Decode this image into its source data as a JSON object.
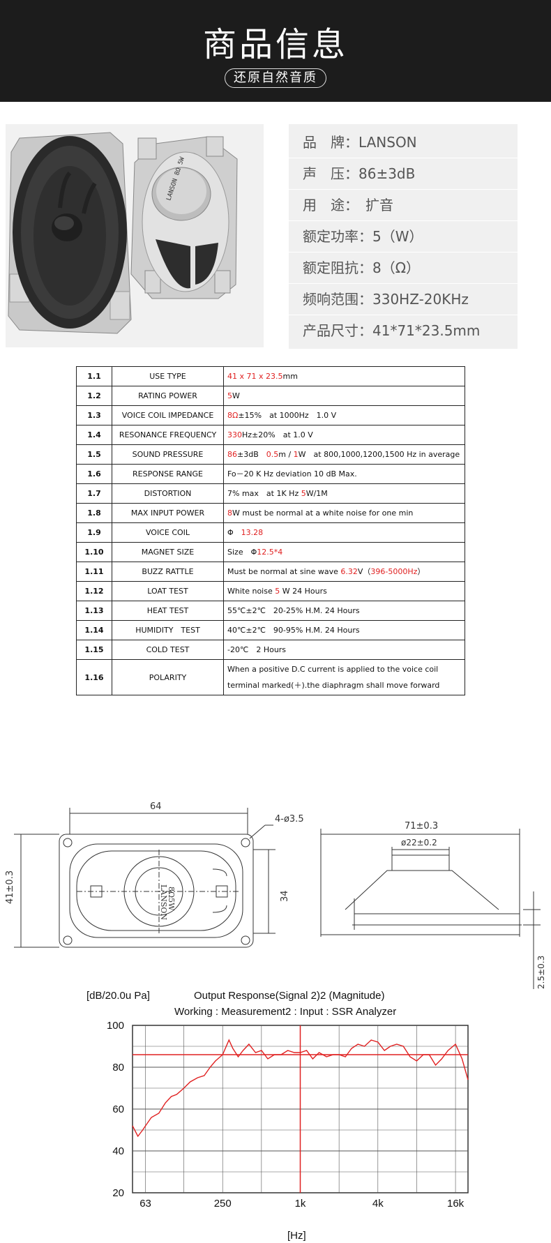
{
  "header": {
    "title": "商品信息",
    "subtitle": "还原自然音质"
  },
  "speaker": {
    "cover_text": "LANSON",
    "rear_text": "LANSON 8Ω 5W"
  },
  "specs": [
    {
      "label": "品　牌：",
      "value": "LANSON"
    },
    {
      "label": "声　压：",
      "value": "86±3dB"
    },
    {
      "label": "用　途：",
      "value": "　扩音"
    },
    {
      "label": "额定功率：",
      "value": "5（W）"
    },
    {
      "label": "额定阻抗：",
      "value": "8（Ω）"
    },
    {
      "label": "频响范围：",
      "value": "330HZ-20KHz"
    },
    {
      "label": "产品尺寸：",
      "value": "41*71*23.5mm"
    }
  ],
  "table": [
    {
      "no": "1.1",
      "item": "USE TYPE",
      "p": [
        {
          "t": "41 x 71 x 23.5",
          "r": true
        },
        {
          "t": "mm"
        }
      ]
    },
    {
      "no": "1.2",
      "item": "RATING POWER",
      "p": [
        {
          "t": "5",
          "r": true
        },
        {
          "t": "W"
        }
      ]
    },
    {
      "no": "1.3",
      "item": "VOICE COIL IMPEDANCE",
      "p": [
        {
          "t": "8Ω",
          "r": true
        },
        {
          "t": "±15%　at 1000Hz　1.0 V"
        }
      ]
    },
    {
      "no": "1.4",
      "item": "RESONANCE FREQUENCY",
      "p": [
        {
          "t": "330",
          "r": true
        },
        {
          "t": "Hz±20%　at 1.0 V"
        }
      ]
    },
    {
      "no": "1.5",
      "item": "SOUND PRESSURE",
      "p": [
        {
          "t": "86",
          "r": true
        },
        {
          "t": "±3dB　"
        },
        {
          "t": "0.5",
          "r": true
        },
        {
          "t": "m / "
        },
        {
          "t": "1",
          "r": true
        },
        {
          "t": "W　at 800,1000,1200,1500 Hz in average"
        }
      ]
    },
    {
      "no": "1.6",
      "item": "RESPONSE RANGE",
      "p": [
        {
          "t": "Fo－20 K Hz deviation 10 dB Max."
        }
      ]
    },
    {
      "no": "1.7",
      "item": "DISTORTION",
      "p": [
        {
          "t": "7% max　at 1K Hz "
        },
        {
          "t": "5",
          "r": true
        },
        {
          "t": "W/1M"
        }
      ]
    },
    {
      "no": "1.8",
      "item": "MAX INPUT POWER",
      "p": [
        {
          "t": "8",
          "r": true
        },
        {
          "t": "W must be normal at a white noise for one min"
        }
      ]
    },
    {
      "no": "1.9",
      "item": "VOICE COIL",
      "p": [
        {
          "t": "Φ　"
        },
        {
          "t": "13.28",
          "r": true
        }
      ]
    },
    {
      "no": "1.10",
      "item": "MAGNET SIZE",
      "p": [
        {
          "t": "Size　Φ"
        },
        {
          "t": "12.5*4",
          "r": true
        }
      ]
    },
    {
      "no": "1.11",
      "item": "BUZZ RATTLE",
      "p": [
        {
          "t": "Must be normal at sine wave "
        },
        {
          "t": "6.32",
          "r": true
        },
        {
          "t": "V（"
        },
        {
          "t": "396-5000Hz",
          "r": true
        },
        {
          "t": "）"
        }
      ]
    },
    {
      "no": "1.12",
      "item": "LOAT TEST",
      "p": [
        {
          "t": "White noise "
        },
        {
          "t": "5",
          "r": true
        },
        {
          "t": " W 24 Hours"
        }
      ]
    },
    {
      "no": "1.13",
      "item": "HEAT TEST",
      "p": [
        {
          "t": "55℃±2℃　20-25% H.M. 24 Hours"
        }
      ]
    },
    {
      "no": "1.14",
      "item": "HUMIDITY　TEST",
      "p": [
        {
          "t": "40℃±2℃　90-95% H.M. 24 Hours"
        }
      ]
    },
    {
      "no": "1.15",
      "item": "COLD TEST",
      "p": [
        {
          "t": "-20℃　2 Hours"
        }
      ]
    },
    {
      "no": "1.16",
      "item": "POLARITY",
      "p": [
        {
          "t": "When a positive D.C current is applied to the voice coil terminal marked(＋).the diaphragm shall move forward"
        }
      ]
    }
  ],
  "drawing": {
    "width": "64",
    "height": "41±0.3",
    "holes": "4-ø3.5",
    "inner": "34",
    "length": "71±0.3",
    "magnet": "ø22±0.2",
    "depth": "2.5±0.3",
    "cone_brand": "LANSON",
    "cone_rating": "8Ω5W"
  },
  "chart_data": {
    "type": "line",
    "title": "Output Response(Signal 2)2 (Magnitude)",
    "subtitle": "Working : Measurement2 : Input : SSR Analyzer",
    "ylabel": "[dB/20.0u Pa]",
    "xlabel": "[Hz]",
    "x_scale": "log",
    "ylim": [
      20,
      100
    ],
    "yticks": [
      "100",
      "80",
      "60",
      "40",
      "20"
    ],
    "xticks": [
      "63",
      "250",
      "1k",
      "4k",
      "16k"
    ],
    "reference_level_db": 86,
    "reference_freq": "1k",
    "series": [
      {
        "x": [
          50,
          55,
          60,
          63,
          70,
          80,
          90,
          100,
          110,
          125,
          140,
          160,
          180,
          200,
          220,
          250,
          280,
          300,
          330,
          360,
          400,
          450,
          500,
          560,
          630,
          710,
          800,
          900,
          1000,
          1120,
          1250,
          1400,
          1600,
          1800,
          2000,
          2240,
          2500,
          2800,
          3150,
          3550,
          4000,
          4500,
          5000,
          5600,
          6300,
          7100,
          8000,
          9000,
          10000,
          11200,
          12500,
          14000,
          16000,
          18000,
          20000
        ],
        "values": [
          52,
          47,
          50,
          52,
          56,
          58,
          63,
          66,
          67,
          70,
          73,
          75,
          76,
          80,
          83,
          86,
          93,
          89,
          85,
          88,
          91,
          87,
          88,
          84,
          86,
          86,
          88,
          87,
          87,
          88,
          84,
          87,
          85,
          86,
          86,
          85,
          89,
          91,
          90,
          93,
          92,
          88,
          90,
          91,
          90,
          85,
          83,
          86,
          86,
          81,
          84,
          88,
          91,
          84,
          74
        ]
      }
    ]
  }
}
